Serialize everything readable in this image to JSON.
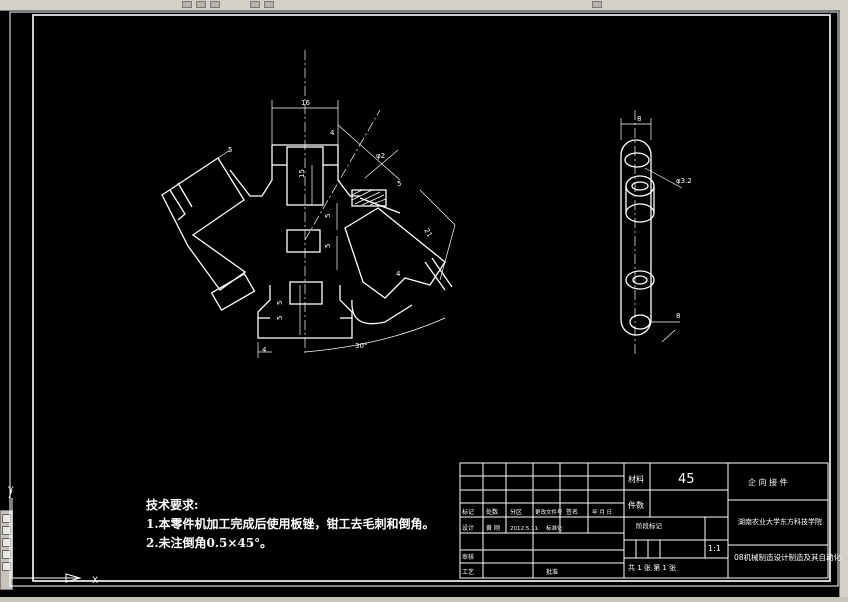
{
  "technical_requirements": {
    "title": "技术要求:",
    "items": [
      "1.本零件机加工完成后使用板锉，钳工去毛刺和倒角。",
      "2.未注倒角0.5×45°。"
    ]
  },
  "title_block": {
    "material_label": "材料",
    "material_value": "45",
    "part_label": "件数",
    "part_name": "企 向 接 件",
    "school": "湖南农业大学东方科技学院",
    "drawing_no": "08机械制造设计制造及其自动化",
    "scale": "1:1",
    "sheet": "共 1 张   第 1 张",
    "marks_label": "阶段标记",
    "rows": {
      "mark": "标记",
      "count": "处数",
      "zone": "分区",
      "change_doc": "更改文件号",
      "signature": "签名",
      "date_label": "年 月 日",
      "design": "设计",
      "designer": "黄 刚",
      "design_date": "2012.5.11",
      "standardize": "标准化",
      "review": "审核",
      "process": "工艺",
      "approve": "批准"
    }
  },
  "dimensions": {
    "width_top": "16",
    "slot_height": "15",
    "small_5a": "5",
    "small_5b": "5",
    "small_5c": "5",
    "small_5d": "5",
    "small_5e": "5",
    "small_5f": "5",
    "small_4a": "4",
    "small_4b": "4",
    "small_4c": "4",
    "phi2": "φ2",
    "length_21": "21",
    "angle": "30°",
    "side_width": "8",
    "side_phi": "φ3.2",
    "side_bottom": "8"
  },
  "ucs": {
    "x_label": "X",
    "y_label": "Y"
  }
}
